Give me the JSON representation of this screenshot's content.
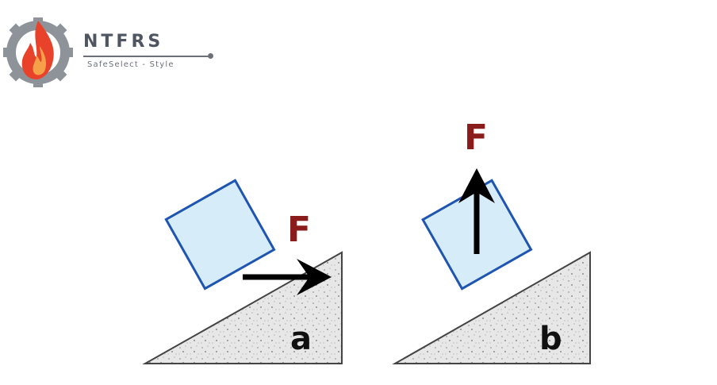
{
  "logo": {
    "name": "NTFRS",
    "tagline": "SafeSelect - Style",
    "colors": {
      "gear": "#8e939a",
      "flame_outer": "#e8432a",
      "flame_inner": "#f6a04a",
      "text": "#4f5661"
    }
  },
  "diagram": {
    "colors": {
      "block_fill": "#d6ecf8",
      "block_stroke": "#1f55b0",
      "force_label": "#8a1c1c",
      "arrow": "#000000",
      "incline": "#e5e5e5"
    },
    "panels": [
      {
        "label": "a",
        "force_label": "F",
        "force_direction": "horizontal"
      },
      {
        "label": "b",
        "force_label": "F",
        "force_direction": "vertical"
      }
    ]
  }
}
